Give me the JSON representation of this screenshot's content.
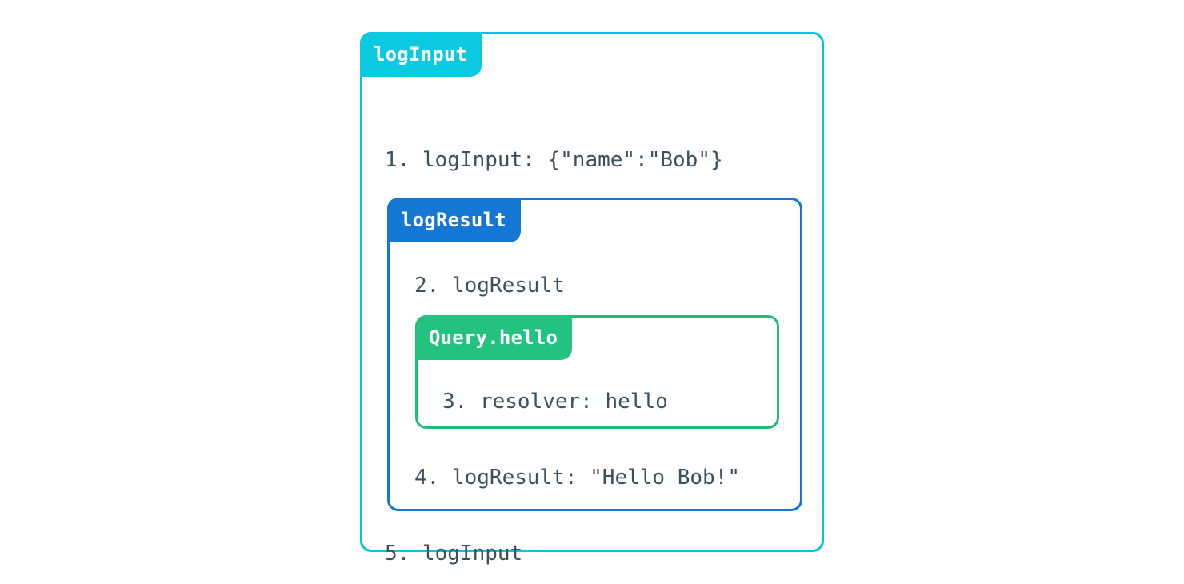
{
  "diagram": {
    "type": "nested-trace-spans",
    "background_color": "#ffffff",
    "text_color": "#3d505e",
    "boxes": [
      {
        "id": "loginput",
        "label": "logInput",
        "accent_color": "#00c5de",
        "label_bg_color": "#0bc9e0",
        "lines": [
          {
            "id": "line-1",
            "number": "1.",
            "text": "1. logInput: {\"name\":\"Bob\"}"
          },
          {
            "id": "line-5",
            "number": "5.",
            "text": "5. logInput"
          }
        ]
      },
      {
        "id": "logresult",
        "label": "logResult",
        "accent_color": "#1477d4",
        "label_bg_color": "#1477d4",
        "lines": [
          {
            "id": "line-2",
            "number": "2.",
            "text": "2. logResult"
          },
          {
            "id": "line-4",
            "number": "4.",
            "text": "4. logResult: \"Hello Bob!\""
          }
        ]
      },
      {
        "id": "query",
        "label": "Query.hello",
        "accent_color": "#1dbf76",
        "label_bg_color": "#23c281",
        "lines": [
          {
            "id": "line-3",
            "number": "3.",
            "text": "3. resolver: hello"
          }
        ]
      }
    ]
  },
  "trace": {
    "loginput": {
      "label": "logInput",
      "line_1": "1. logInput: {\"name\":\"Bob\"}",
      "line_5": "5. logInput"
    },
    "logresult": {
      "label": "logResult",
      "line_2": "2. logResult",
      "line_4": "4. logResult: \"Hello Bob!\""
    },
    "query": {
      "label": "Query.hello",
      "line_3": "3. resolver: hello"
    }
  }
}
